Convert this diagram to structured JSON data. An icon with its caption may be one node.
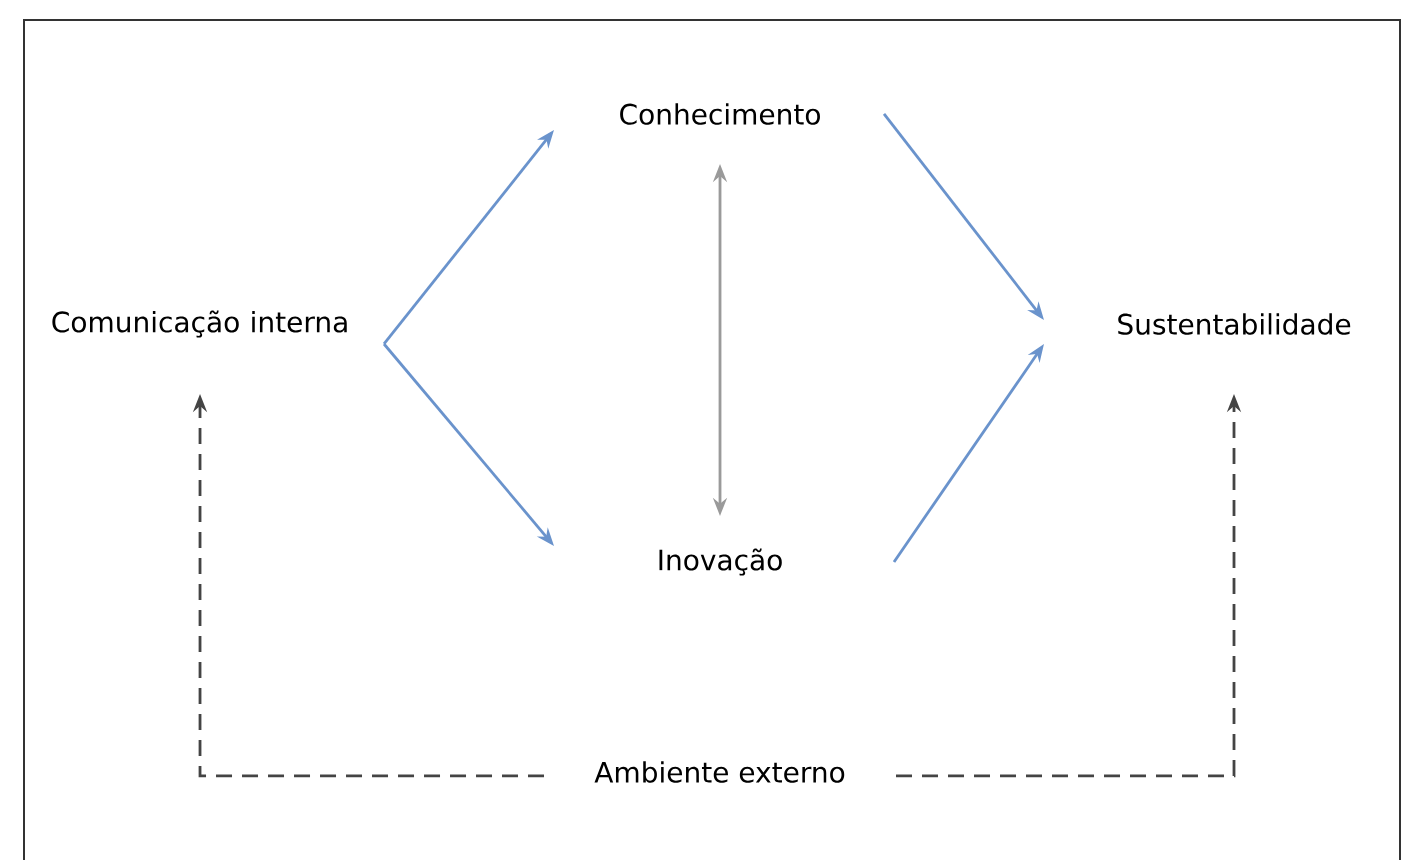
{
  "diagram": {
    "nodes": [
      {
        "text": [
          "Comunicação interna"
        ]
      },
      {
        "text": [
          "Conhecimento"
        ]
      },
      {
        "text": [
          "Inovação"
        ]
      },
      {
        "text": [
          "Sustentabilidade"
        ]
      },
      {
        "text": [
          "Ambiente externo"
        ]
      }
    ],
    "edges": [
      {
        "from": 0,
        "to": 1,
        "arrow": "to"
      },
      {
        "from": 0,
        "to": 2,
        "arrow": "to"
      },
      {
        "from": 1,
        "to": 2,
        "arrow": "both",
        "color": "#9a9a9a"
      },
      {
        "from": 1,
        "to": 3,
        "arrow": "to"
      },
      {
        "from": 2,
        "to": 3,
        "arrow": "to"
      },
      {
        "from": 4,
        "to": 0,
        "arrow": "to",
        "style": "dashed",
        "color": "#444444"
      },
      {
        "from": 4,
        "to": 3,
        "arrow": "to",
        "style": "dashed",
        "color": "#444444"
      }
    ]
  }
}
